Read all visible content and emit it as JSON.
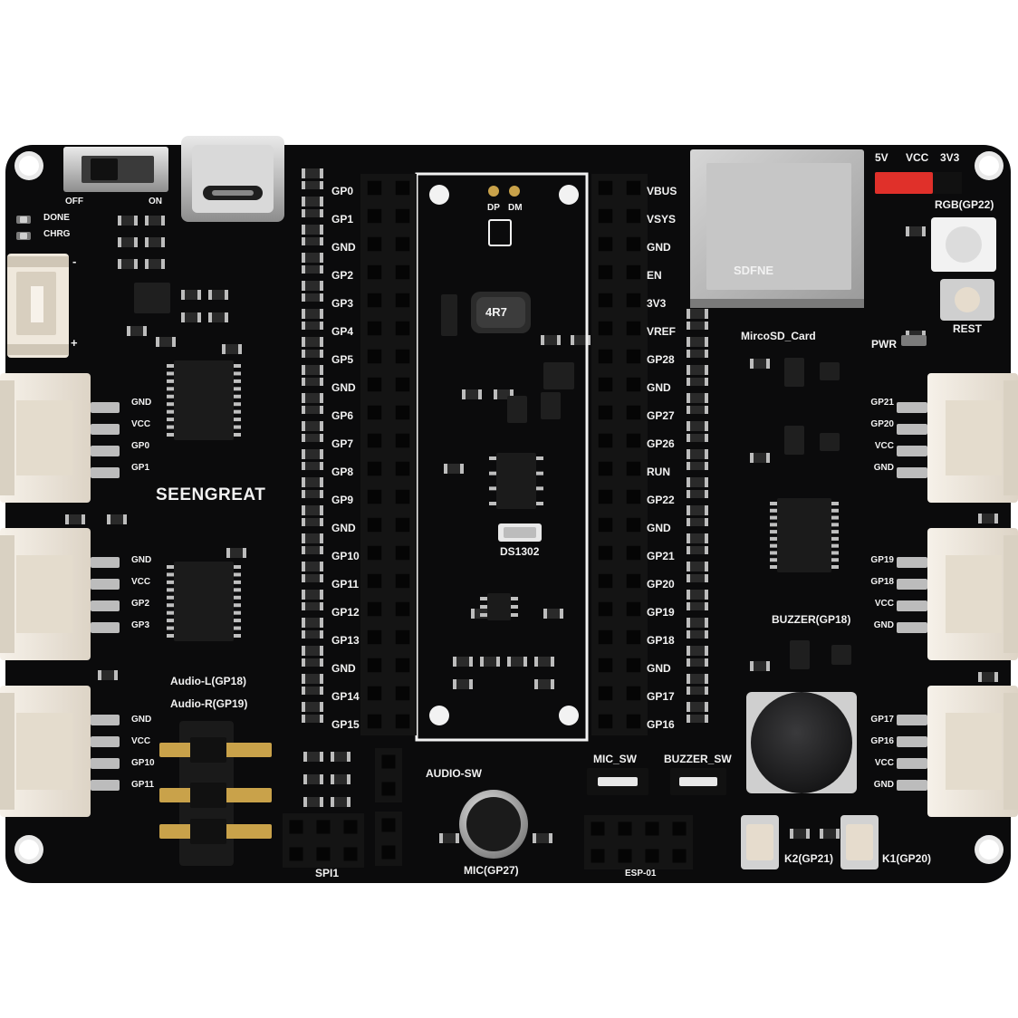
{
  "brand": "SEENGREAT",
  "power_switch": {
    "off": "OFF",
    "on": "ON"
  },
  "leds": {
    "done": "DONE",
    "chrg": "CHRG",
    "pwr": "PWR"
  },
  "battery": {
    "minus": "-",
    "plus": "+"
  },
  "left_pins": [
    "GP0",
    "GP1",
    "GND",
    "GP2",
    "GP3",
    "GP4",
    "GP5",
    "GND",
    "GP6",
    "GP7",
    "GP8",
    "GP9",
    "GND",
    "GP10",
    "GP11",
    "GP12",
    "GP13",
    "GND",
    "GP14",
    "GP15"
  ],
  "right_pins": [
    "VBUS",
    "VSYS",
    "GND",
    "EN",
    "3V3",
    "VREF",
    "GP28",
    "GND",
    "GP27",
    "GP26",
    "RUN",
    "GP22",
    "GND",
    "GP21",
    "GP20",
    "GP19",
    "GP18",
    "GND",
    "GP17",
    "GP16"
  ],
  "grove_left": [
    [
      "GND",
      "VCC",
      "GP0",
      "GP1"
    ],
    [
      "GND",
      "VCC",
      "GP2",
      "GP3"
    ],
    [
      "GND",
      "VCC",
      "GP10",
      "GP11"
    ]
  ],
  "grove_right": [
    [
      "GP21",
      "GP20",
      "VCC",
      "GND"
    ],
    [
      "GP19",
      "GP18",
      "VCC",
      "GND"
    ],
    [
      "GP17",
      "GP16",
      "VCC",
      "GND"
    ]
  ],
  "usb_pads": {
    "dp": "DP",
    "dm": "DM"
  },
  "inductor": "4R7",
  "rtc": "DS1302",
  "sd": {
    "label": "MircoSD_Card",
    "stamp": "SDFNE"
  },
  "vselect": {
    "v5": "5V",
    "vcc": "VCC",
    "v33": "3V3"
  },
  "rgb": "RGB(GP22)",
  "rest": "REST",
  "buzzer": "BUZZER(GP18)",
  "audio": {
    "left": "Audio-L(GP18)",
    "right": "Audio-R(GP19)",
    "switch": "AUDIO-SW"
  },
  "spi": "SPI1",
  "mic": "MIC(GP27)",
  "mic_sw": "MIC_SW",
  "buzzer_sw": "BUZZER_SW",
  "esp": "ESP-01",
  "keys": {
    "k2": "K2(GP21)",
    "k1": "K1(GP20)"
  },
  "colors": {
    "pcb": "#0b0b0c",
    "silkscreen": "#f2f2f2",
    "grove_housing": "#ece5da",
    "header_black": "#141414",
    "gold": "#c9a24a",
    "jumper_red": "#e0302a",
    "buzzer_dark": "#1c1c1e"
  }
}
